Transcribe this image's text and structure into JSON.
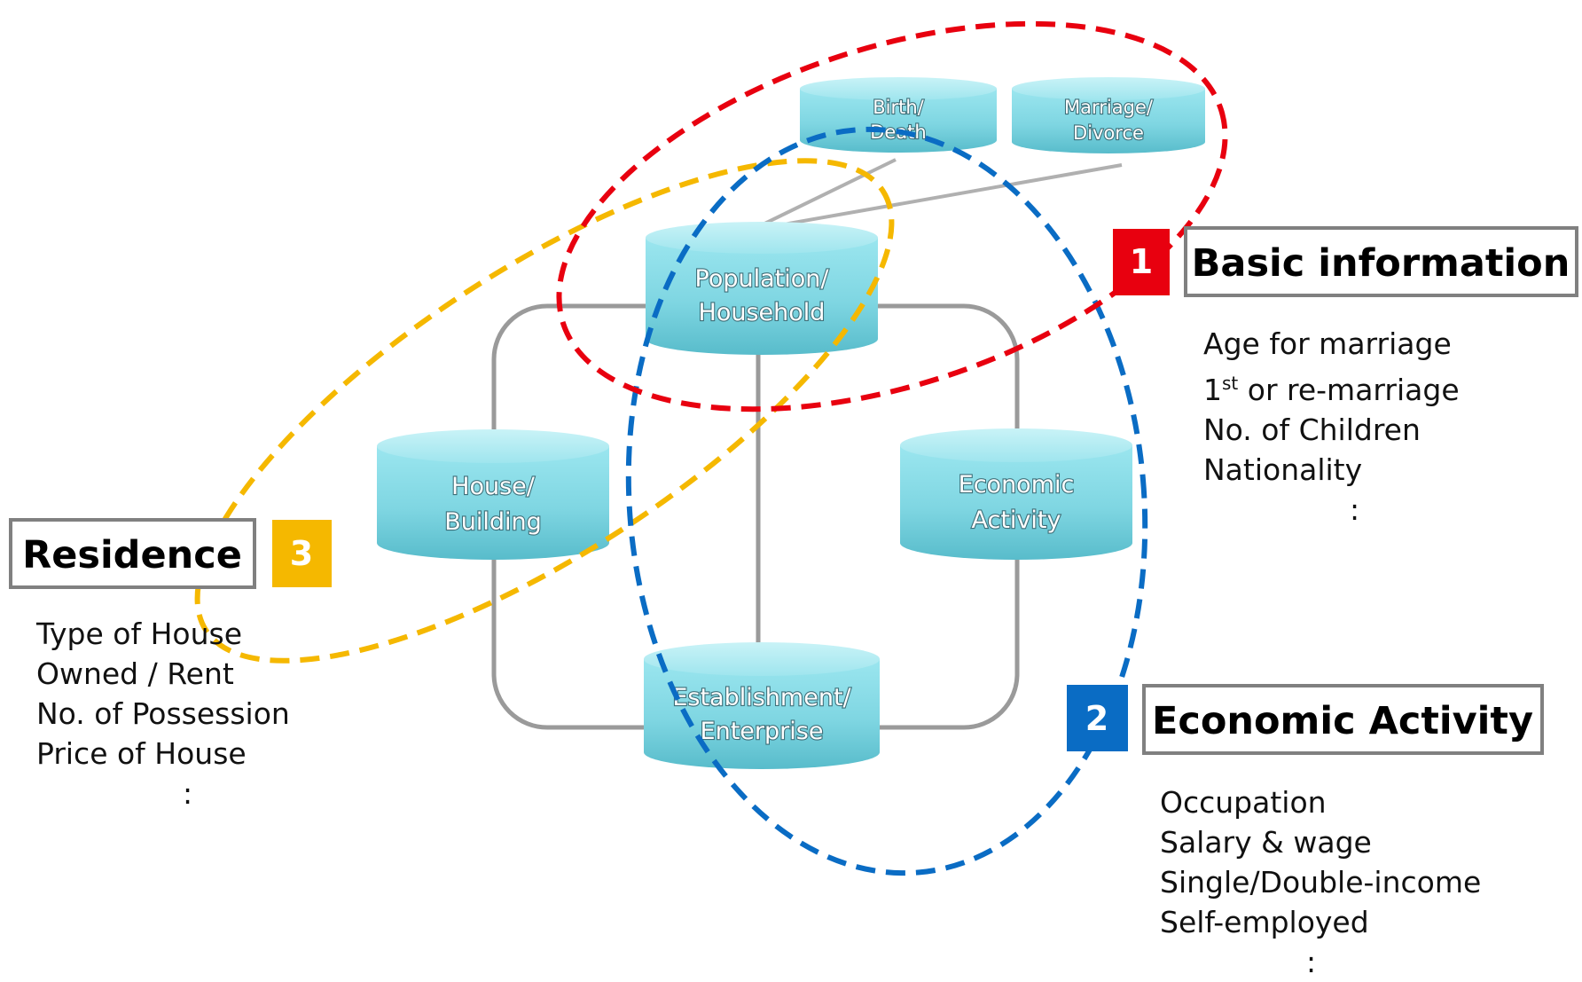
{
  "colors": {
    "basic": "#e8000f",
    "economic": "#0a6cc4",
    "residence": "#f5b800",
    "cylinder": "#84dbe6",
    "connector": "#9a9a9a"
  },
  "cylinders": {
    "birth": {
      "line1": "Birth/",
      "line2": "Death"
    },
    "marriage": {
      "line1": "Marriage/",
      "line2": "Divorce"
    },
    "population": {
      "line1": "Population/",
      "line2": "Household"
    },
    "house": {
      "line1": "House/",
      "line2": "Building"
    },
    "economic": {
      "line1": "Economic",
      "line2": "Activity"
    },
    "establishment": {
      "line1": "Establishment/",
      "line2": "Enterprise"
    }
  },
  "groups": {
    "basic": {
      "number": "1",
      "title": "Basic information",
      "items": [
        "Age for marriage",
        "1st or re-marriage",
        "No. of Children",
        "Nationality",
        ":"
      ]
    },
    "economic": {
      "number": "2",
      "title": "Economic Activity",
      "items": [
        "Occupation",
        "Salary & wage",
        "Single/Double-income",
        "Self-employed",
        ":"
      ]
    },
    "residence": {
      "number": "3",
      "title": "Residence",
      "items": [
        "Type of House",
        "Owned / Rent",
        "No. of Possession",
        "Price of House",
        ":"
      ]
    }
  }
}
